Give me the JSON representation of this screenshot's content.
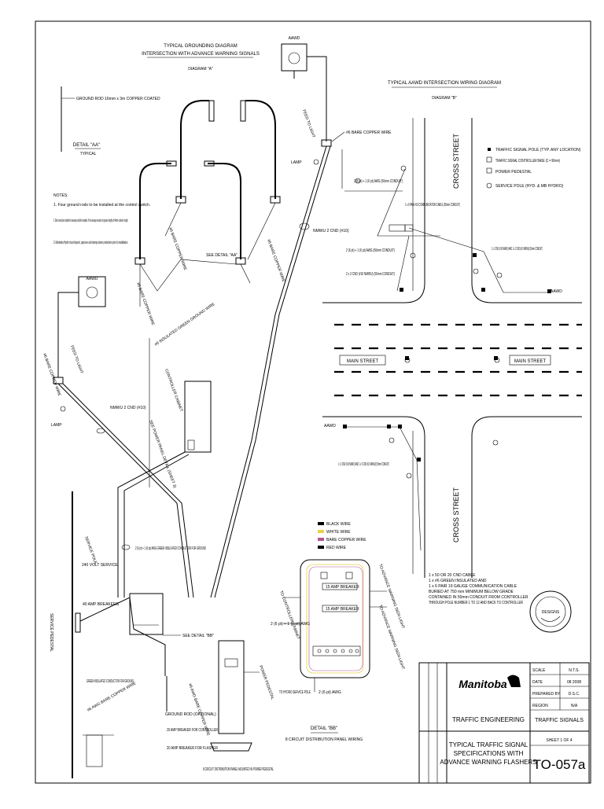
{
  "grounding": {
    "title": "TYPICAL GROUNDING DIAGRAM",
    "subtitle": "INTERSECTION WITH ADVANCE WARNING SIGNALS",
    "diagram": "DIAGRAM \"A\"",
    "ground_rod": "GROUND ROD 16mm x 3m COPPER COATED",
    "detail_aa": "DETAIL \"AA\"",
    "detail_aa_sub": "TYPICAL",
    "notes_title": "NOTES:",
    "notes": [
      "1. Four ground rods to be installed at the control switch.",
      "2. Steel conductors installed in raceways shall be insulated. If the raceway exceeds not greater lengths of 44mm conduit in length.",
      "3. Manitoba Hydro must inspect, approve and stamp power protection prior to installation."
    ],
    "aawd": "AAWD",
    "feed_to_light": "FEED TO LIGHT",
    "bare_copper": "#6 BARE COPPER WIRE",
    "lamp": "LAMP",
    "see_detail_aa": "SEE DETAIL \"AA\"",
    "nmwu": "NMWU 2 CND (#10)",
    "insulated_green": "#6 INSULATED GREEN GROUND WIRE",
    "controller_cabinet": "CONTROLLER CABINET",
    "see_power_panel": "SEE POWER PANEL DETAIL (SHEET 3)",
    "service_pole": "SERVICE POLE",
    "v240": "240 VOLT SERVICE",
    "service_pedestal": "SERVICE PEDESTAL",
    "lamp_breakers": "40 AMP BREAKERS",
    "wire_list_1": "2 (6 pt) + 1 (6 pt) AWG GREEN INSULATED CONDUCTOR FOR GROUND",
    "see_detail_bb": "SEE DETAIL \"BB\"",
    "green_conductor": "GREEN INSULATED CONDUCTOR FOR GROUND",
    "bare_wire_rod": "#6 AWG BARE COPPER WIRE",
    "ground_rod_optional": "GROUND ROD (OPTIONAL)",
    "power_pedestal": "POWER PEDESTAL",
    "amp_breaker_1": "20 AMP BREAKER FOR CONTROLLER",
    "amp_breaker_2": "20 AMP BREAKER FOR FLASHER",
    "power_dist_panel": "8 CIRCUIT DISTRIBUTION PANEL MOUNTED IN POWER PEDESTAL"
  },
  "wiring": {
    "title": "TYPICAL AAWD INTERSECTION WIRING DIAGRAM",
    "diagram": "DIAGRAM \"B\"",
    "cross_street": "CROSS STREET",
    "main_street": "MAIN STREET",
    "legend": [
      "TRAFFIC SIGNAL POLE (TYP. ANY LOCATION)",
      "TRAFFIC SIGNAL CONTROLLER BASE (C = 90mm)",
      "POWER PEDESTAL",
      "SERVICE POLE (HYD. & MB HYDRO)"
    ],
    "conduit_1": "3 (6 pt) + 1 (6 pt) AWG (50mm CONDUIT)",
    "comm_cable": "1 x 6 PAIR #19 COMMUNICATION CABLE (50mm CONDUIT)",
    "conduit_2": "2 (6 pt) + 1 (6 pt) AWG (50mm CONDUIT)",
    "conduit_3": "2 x 3 CND (#10 NMWU) (50mm CONDUIT)",
    "conduit_4": "1 x 3 CND (#10 NMWU) AND 1 x 2 CND (#10 NMWU) (50mm CONDUIT)",
    "conduit_5": "1 x 3 CND (#10 NMWU) AND 1 x 2 CND (#10 NMWU) (50mm CONDUIT)",
    "aawd": "AAWD",
    "cable_note": [
      "1 x 50 OR 20 CND CABLE",
      "1 x #6 GREEN INSULATED AND",
      "1 x 6 PAIR 19 GAUGE COMMUNICATION CABLE",
      "BURIED AT 750 mm MINIMUM BELOW GRADE",
      "CONTAINED IN 50mm CONDUIT FROM CONTROLLER",
      "THROUGH POLE NUMBER 1 TO 12 AND BACK TO CONTROLLER"
    ]
  },
  "detail_bb": {
    "legend": [
      "BLACK WIRE",
      "WHITE WIRE",
      "BARE COPPER WIRE",
      "RED WIRE"
    ],
    "legend_colors": [
      "#000000",
      "#e8d24a",
      "#b5528f",
      "#000000"
    ],
    "to_controller": "TO CONTROLLER CABINET",
    "to_warning_1": "TO ADVANCE WARNING SIGN LIGHT",
    "to_warning_2": "TO ADVANCE WARNING SIGN LIGHT",
    "breaker_15a": "15 AMP BREAKER",
    "wires": "2 (6 pt) + 1 (6 pt) AWG",
    "to_hydro": "TO HYDRO SERVICE POLE",
    "hydro_wires": "2 (6 pt) AWG",
    "title": "DETAIL \"BB\"",
    "subtitle": "8 CIRCUIT DISTRIBUTION PANEL WIRING"
  },
  "title_block": {
    "org": "Manitoba",
    "dept": "TRAFFIC ENGINEERING",
    "section": "TRAFFIC SIGNALS",
    "title_lines": [
      "TYPICAL TRAFFIC SIGNAL",
      "SPECIFICATIONS WITH",
      "ADVANCE WARNING FLASHERS"
    ],
    "scale_label": "SCALE",
    "scale_value": "N.T.S.",
    "date_label": "DATE",
    "date_value": "08 2008",
    "prepared_label": "PREPARED BY",
    "prepared_value": "D.S.C.",
    "region_label": "REGION",
    "region_value": "N/A",
    "sheet": "SHEET 1 OF 4",
    "drawing_no": "TO-057a"
  },
  "stamp": {
    "text": "DESIGNS"
  }
}
